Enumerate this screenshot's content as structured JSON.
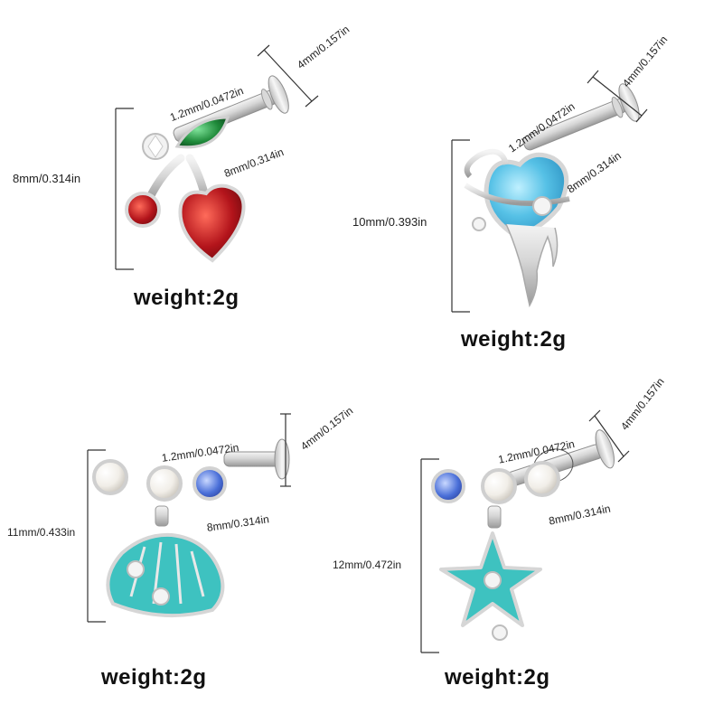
{
  "products": [
    {
      "name": "cherry",
      "length": "8mm/0.314in",
      "width": "1.2mm/0.0472in",
      "bar": "8mm/0.314in",
      "disc": "4mm/0.157in",
      "weight": "weight:2g",
      "colors": {
        "leaf": "#1f8a3a",
        "gem": "#b3141b",
        "gem_small": "#d3321c"
      }
    },
    {
      "name": "opal-heart",
      "length": "10mm/0.393in",
      "width": "1.2mm/0.0472in",
      "bar": "8mm/0.314in",
      "disc": "4mm/0.157in",
      "weight": "weight:2g",
      "colors": {
        "opal": "#56c1e6",
        "opal_dark": "#2f9fcf"
      }
    },
    {
      "name": "pearl-shell",
      "length": "11mm/0.433in",
      "width": "1.2mm/0.0472in",
      "bar": "8mm/0.314in",
      "disc": "4mm/0.157in",
      "weight": "weight:2g",
      "colors": {
        "enamel": "#3ec2c0",
        "blue_gem": "#4a6fd8",
        "pearl": "#f2efe9"
      }
    },
    {
      "name": "pearl-starfish",
      "length": "12mm/0.472in",
      "width": "1.2mm/0.0472in",
      "bar": "8mm/0.314in",
      "disc": "4mm/0.157in",
      "weight": "weight:2g",
      "colors": {
        "enamel": "#3ec2c0",
        "blue_gem": "#5a86e0",
        "pearl": "#f2efe9"
      }
    }
  ]
}
